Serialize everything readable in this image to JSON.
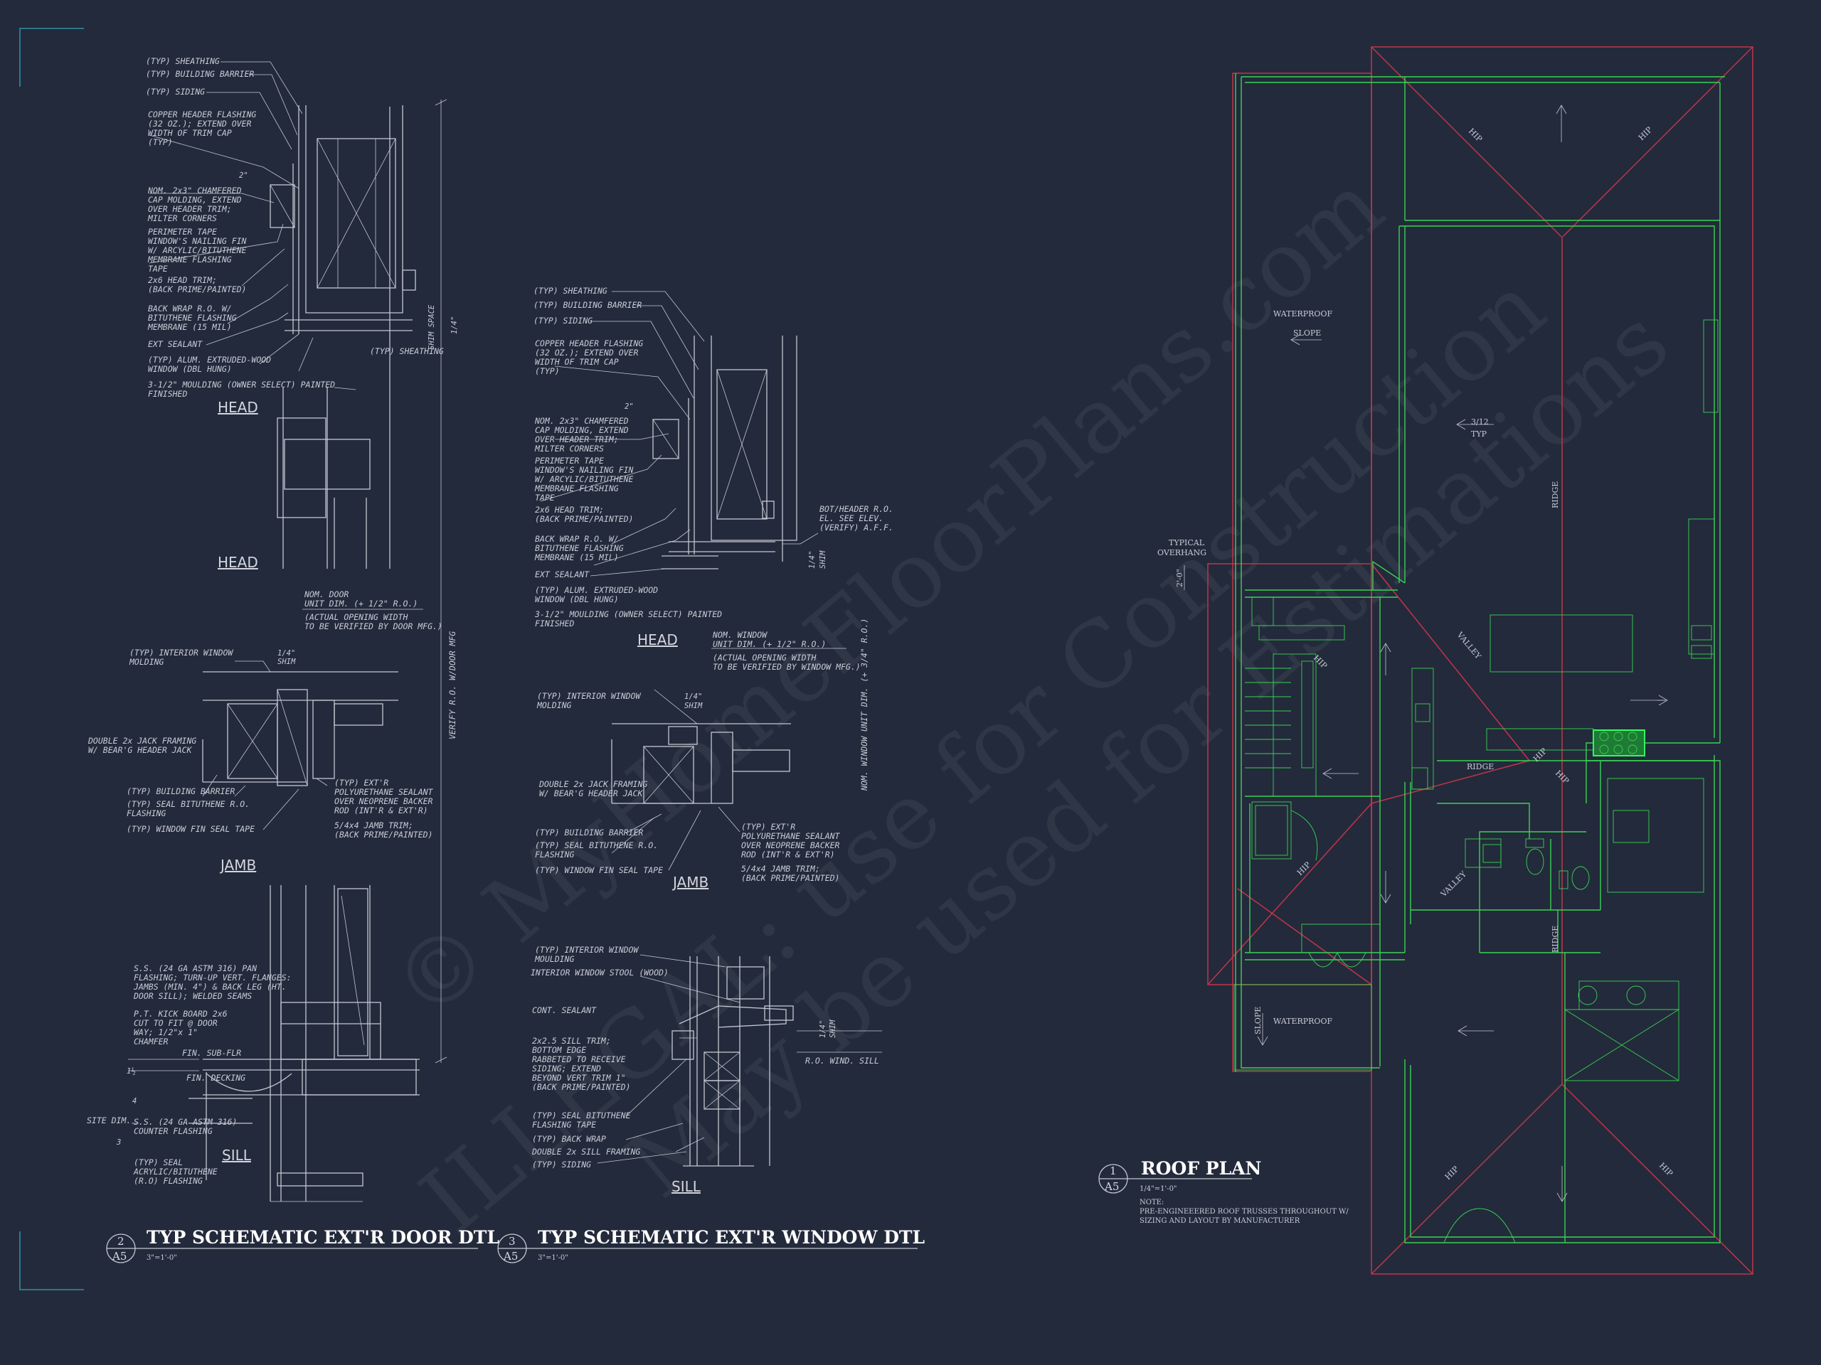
{
  "door_detail": {
    "head_labels": [
      "(TYP) SHEATHING",
      "(TYP) BUILDING BARRIER",
      "(TYP) SIDING",
      "COPPER HEADER FLASHING",
      "(32 OZ.); EXTEND OVER",
      "WIDTH OF TRIM CAP",
      "(TYP)",
      "NOM. 2x3\" CHAMFERED",
      "CAP MOLDING, EXTEND",
      "OVER HEADER TRIM;",
      "MILTER CORNERS",
      "PERIMETER TAPE",
      "WINDOW'S NAILING FIN",
      "W/ ARCYLIC/BITUTHENE",
      "MEMBRANE FLASHING",
      "TAPE",
      "2x6 HEAD TRIM;",
      "(BACK PRIME/PAINTED)",
      "BACK WRAP R.O. W/",
      "BITUTHENE FLASHING",
      "MEMBRANE (15 MIL)",
      "EXT SEALANT",
      "(TYP) ALUM. EXTRUDED-WOOD",
      "WINDOW (DBL HUNG)",
      "3-1/2\" MOULDING (OWNER SELECT) PAINTED",
      "FINISHED"
    ],
    "dim_2in": "2\"",
    "typ_sheathing_right": "(TYP) SHEATHING",
    "shim_space": "SHIM SPACE",
    "quarter": "1/4\"",
    "section_head_1": "HEAD",
    "section_head_2": "HEAD",
    "nom_door": [
      "NOM. DOOR",
      "UNIT DIM. (+ 1/2\" R.O.)"
    ],
    "actual_opening": [
      "(ACTUAL OPENING WIDTH",
      "TO BE VERIFIED BY DOOR MFG.)"
    ],
    "verify_ro": "VERIFY R.O. W/DOOR MFG",
    "jamb_labels_left": [
      "(TYP) INTERIOR WINDOW",
      "MOLDING",
      "DOUBLE 2x JACK FRAMING",
      "W/ BEAR'G HEADER JACK",
      "(TYP) BUILDING BARRIER",
      "(TYP) SEAL BITUTHENE R.O.",
      "FLASHING",
      "(TYP) WINDOW FIN SEAL TAPE"
    ],
    "jamb_shim": [
      "1/4\"",
      "SHIM"
    ],
    "jamb_labels_right": [
      "(TYP) EXT'R",
      "POLYURETHANE SEALANT",
      "OVER NEOPRENE BACKER",
      "ROD (INT'R & EXT'R)",
      "5/4x4 JAMB TRIM;",
      "(BACK PRIME/PAINTED)"
    ],
    "section_jamb": "JAMB",
    "sill_labels": [
      "S.S. (24 GA ASTM 316) PAN",
      "FLASHING; TURN-UP VERT. FLANGES:",
      "JAMBS (MIN. 4\") & BACK LEG (HT.",
      "DOOR SILL); WELDED SEAMS",
      "P.T. KICK BOARD 2x6",
      "CUT TO FIT @ DOOR",
      "WAY; 1/2\"x 1\"",
      "CHAMFER",
      "FIN. SUB-FLR",
      "FIN. DECKING",
      "SITE DIM.",
      "S.S. (24 GA ASTM 316)",
      "COUNTER FLASHING",
      "(TYP) SEAL",
      "ACRYLIC/BITUTHENE",
      "(R.O) FLASHING"
    ],
    "slope_num_top": "4",
    "slope_num_bottom": "3",
    "dim_1_5": "1½",
    "section_sill": "SILL",
    "title_num": "2",
    "title_sheet": "A5",
    "title": "TYP SCHEMATIC EXT'R DOOR DTL",
    "scale": "3\"=1'-0\""
  },
  "window_detail": {
    "head_labels": [
      "(TYP) SHEATHING",
      "(TYP) BUILDING BARRIER",
      "(TYP) SIDING",
      "COPPER HEADER FLASHING",
      "(32 OZ.); EXTEND OVER",
      "WIDTH OF TRIM CAP",
      "(TYP)",
      "NOM. 2x3\" CHAMFERED",
      "CAP MOLDING, EXTEND",
      "OVER HEADER TRIM;",
      "MILTER CORNERS",
      "PERIMETER TAPE",
      "WINDOW'S NAILING FIN",
      "W/ ARCYLIC/BITUTHENE",
      "MEMBRANE FLASHING",
      "TAPE",
      "2x6 HEAD TRIM;",
      "(BACK PRIME/PAINTED)",
      "BACK WRAP R.O. W/",
      "BITUTHENE FLASHING",
      "MEMBRANE (15 MIL)",
      "EXT SEALANT",
      "(TYP) ALUM. EXTRUDED-WOOD",
      "WINDOW (DBL HUNG)",
      "3-1/2\" MOULDING (OWNER SELECT) PAINTED",
      "FINISHED"
    ],
    "dim_2in": "2\"",
    "bot_header": [
      "BOT/HEADER R.O.",
      "EL. SEE ELEV.",
      "(VERIFY) A.F.F."
    ],
    "quarter_shim": [
      "1/4\"",
      "SHIM"
    ],
    "section_head": "HEAD",
    "nom_window": [
      "NOM. WINDOW",
      "UNIT DIM. (+ 1/2\" R.O.)"
    ],
    "actual_opening": [
      "(ACTUAL OPENING WIDTH",
      "TO BE VERIFIED BY WINDOW MFG.)"
    ],
    "vertical_dim": "NOM. WINDOW UNIT DIM. (+ 3/4\" R.O.)",
    "jamb_labels_left": [
      "(TYP) INTERIOR WINDOW",
      "MOLDING",
      "DOUBLE 2x JACK FRAMING",
      "W/ BEAR'G HEADER JACK",
      "(TYP) BUILDING BARRIER",
      "(TYP) SEAL BITUTHENE R.O.",
      "FLASHING",
      "(TYP) WINDOW FIN SEAL TAPE"
    ],
    "jamb_shim": [
      "1/4\"",
      "SHIM"
    ],
    "jamb_labels_right": [
      "(TYP) EXT'R",
      "POLYURETHANE SEALANT",
      "OVER NEOPRENE BACKER",
      "ROD (INT'R & EXT'R)",
      "5/4x4 JAMB TRIM;",
      "(BACK PRIME/PAINTED)"
    ],
    "section_jamb": "JAMB",
    "sill_labels": [
      "(TYP) INTERIOR WINDOW",
      "MOULDING",
      "INTERIOR WINDOW STOOL (WOOD)",
      "CONT. SEALANT",
      "2x2.5 SILL TRIM;",
      "BOTTOM EDGE",
      "RABBETED TO RECEIVE",
      "SIDING; EXTEND",
      "BEYOND VERT TRIM 1\"",
      "(BACK PRIME/PAINTED)",
      "(TYP) SEAL BITUTHENE",
      "FLASHING TAPE",
      "(TYP) BACK WRAP",
      "DOUBLE 2x SILL FRAMING",
      "(TYP) SIDING"
    ],
    "sill_shim": [
      "1/4\"",
      "SHIM"
    ],
    "ro_wind_sill": "R.O. WIND. SILL",
    "section_sill": "SILL",
    "title_num": "3",
    "title_sheet": "A5",
    "title": "TYP SCHEMATIC EXT'R WINDOW DTL",
    "scale": "3\"=1'-0\""
  },
  "roof_plan": {
    "labels": {
      "waterproof_top": "WATERPROOF",
      "slope_top": "SLOPE",
      "pitch": "3/12",
      "typ": "TYP",
      "ridge_upper": "RIDGE",
      "ridge_mid": "RIDGE",
      "ridge_lower": "RIDGE",
      "valley_upper": "VALLEY",
      "valley_lower": "VALLEY",
      "hip_tl": "HIP",
      "hip_tr": "HIP",
      "hip_stair": "HIP",
      "hip_mid_1": "HIP",
      "hip_mid_2": "HIP",
      "hip_left": "HIP",
      "hip_bl": "HIP",
      "hip_br": "HIP",
      "typical_overhang": [
        "TYPICAL",
        "OVERHANG"
      ],
      "overhang_dim": "2'-0\"",
      "waterproof_bottom": "WATERPROOF",
      "slope_bottom": "SLOPE"
    },
    "title_num": "1",
    "title_sheet": "A5",
    "title": "ROOF PLAN",
    "scale": "1/4\"=1'-0\"",
    "note_heading": "NOTE:",
    "note_lines": [
      "PRE-ENGINEEERED ROOF TRUSSES THROUGHOUT W/",
      "SIZING AND LAYOUT BY MANUFACTURER"
    ]
  },
  "watermark": {
    "line1": "© MyHomeFloorPlans.com",
    "line2": "ILLEGAL: use for Construction",
    "line3": "May be used for Estimations"
  },
  "colors": {
    "background": "#232a3b",
    "linework": "#c4c7d1",
    "roof_green": "#39d353",
    "roof_red": "#c2344a",
    "corner_cyan": "#2f8fa3"
  }
}
